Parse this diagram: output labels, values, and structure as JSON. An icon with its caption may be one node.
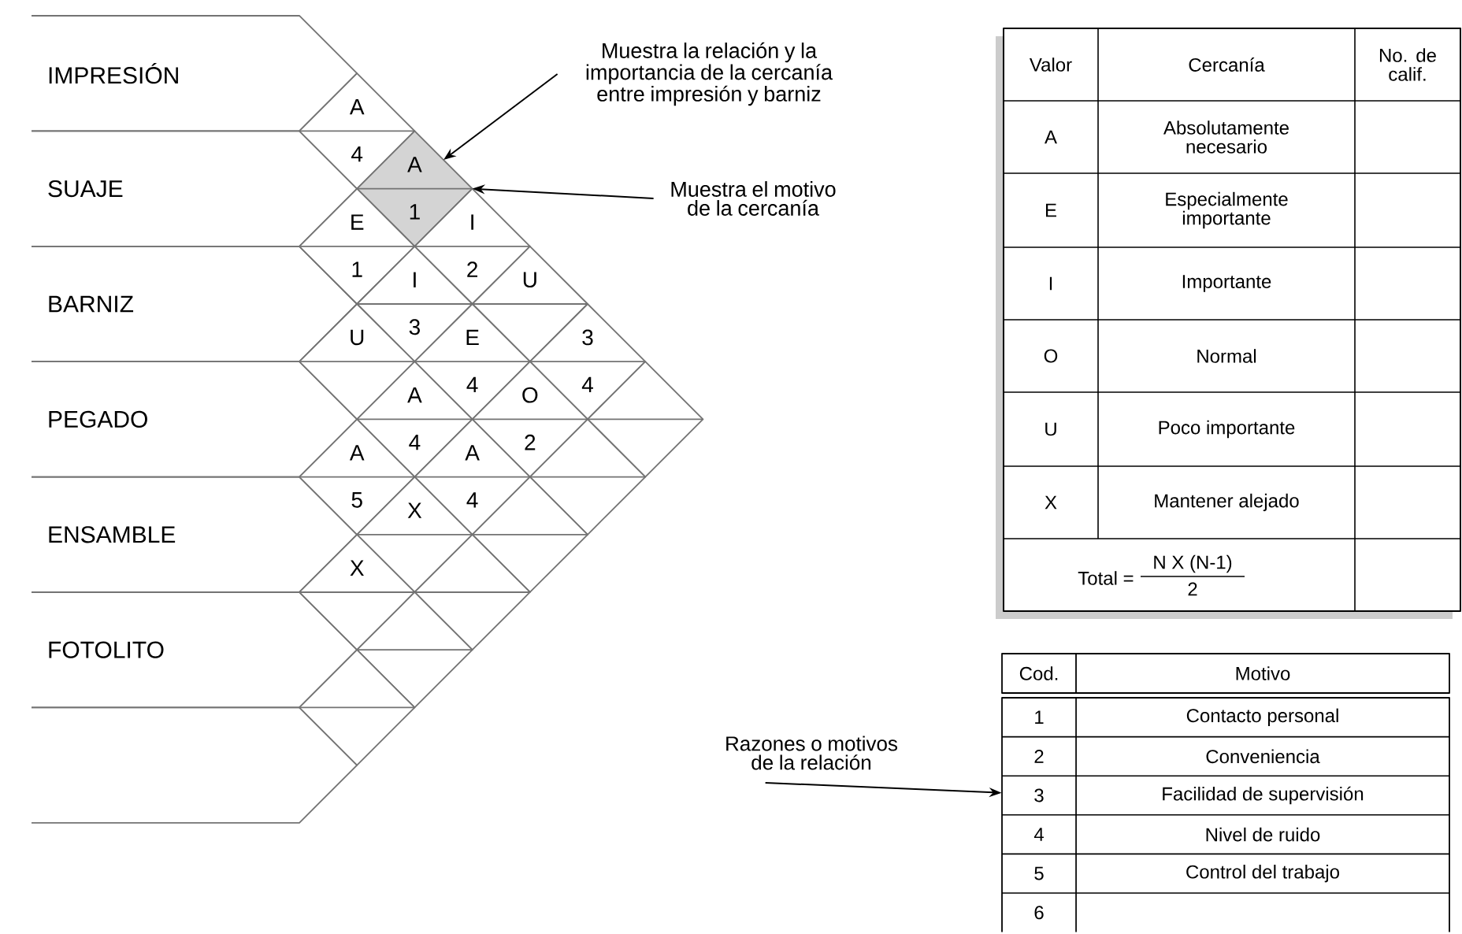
{
  "diagram": {
    "nodes": [
      {
        "text": [
          "IMPRESIÓN"
        ]
      },
      {
        "text": [
          "SUAJE"
        ]
      },
      {
        "text": [
          "BARNIZ"
        ]
      },
      {
        "text": [
          "PEGADO"
        ]
      },
      {
        "text": [
          "ENSAMBLE"
        ]
      },
      {
        "text": [
          "FOTOLITO"
        ]
      },
      {
        "text": [],
        "shape": "box"
      },
      {
        "text": [
          "A",
          "4"
        ]
      },
      {
        "text": [
          "A",
          "1"
        ]
      },
      {
        "text": [
          "E",
          "1"
        ]
      },
      {
        "text": [
          "I",
          "2"
        ]
      },
      {
        "text": [
          "I",
          "3"
        ]
      },
      {
        "text": [
          "U"
        ]
      },
      {
        "text": [
          "U"
        ]
      },
      {
        "text": [
          "E",
          "4"
        ]
      },
      {
        "text": [
          "3",
          "4"
        ]
      },
      {
        "text": [
          "A",
          "4"
        ]
      },
      {
        "text": [
          "O",
          "2"
        ]
      },
      {
        "text": [],
        "shape": "diamond"
      },
      {
        "text": [
          "A",
          "5"
        ]
      },
      {
        "text": [
          "A",
          "4"
        ]
      },
      {
        "text": [],
        "shape": "diamond"
      },
      {
        "text": [
          "X"
        ]
      },
      {
        "text": [],
        "shape": "diamond"
      },
      {
        "text": [
          "X"
        ]
      },
      {
        "text": [],
        "shape": "diamond"
      },
      {
        "text": [],
        "shape": "diamond"
      },
      {
        "text": [],
        "shape": "diamond"
      },
      {
        "text": [
          "Muestra la relación y la importancia de la cercanía entre impresión y barniz"
        ]
      },
      {
        "text": [
          "Muestra el motivo de la cercanía"
        ]
      },
      {
        "text": [
          "Valor",
          "Cercanía",
          "No. de calif.",
          "A",
          "Absolutamente necesario",
          "E",
          "Especialmente importante",
          "I",
          "Importante",
          "O",
          "Normal",
          "U",
          "Poco importante",
          "X",
          "Mantener alejado",
          "Total =",
          "N X (N-1)",
          "2"
        ]
      },
      {
        "text": [
          "Razones o motivos de la relación"
        ]
      },
      {
        "text": [
          "Cod.",
          "Motivo",
          "1",
          "Contacto personal",
          "2",
          "Conveniencia",
          "3",
          "Facilidad de supervisión",
          "4",
          "Nivel de ruido",
          "5",
          "Control del trabajo",
          "6"
        ]
      }
    ],
    "edges": [
      {
        "from": 28,
        "to": 8,
        "arrow": "to"
      },
      {
        "from": 29,
        "to": 8,
        "arrow": "to"
      },
      {
        "from": 31,
        "to": 32,
        "arrow": "to"
      }
    ]
  }
}
